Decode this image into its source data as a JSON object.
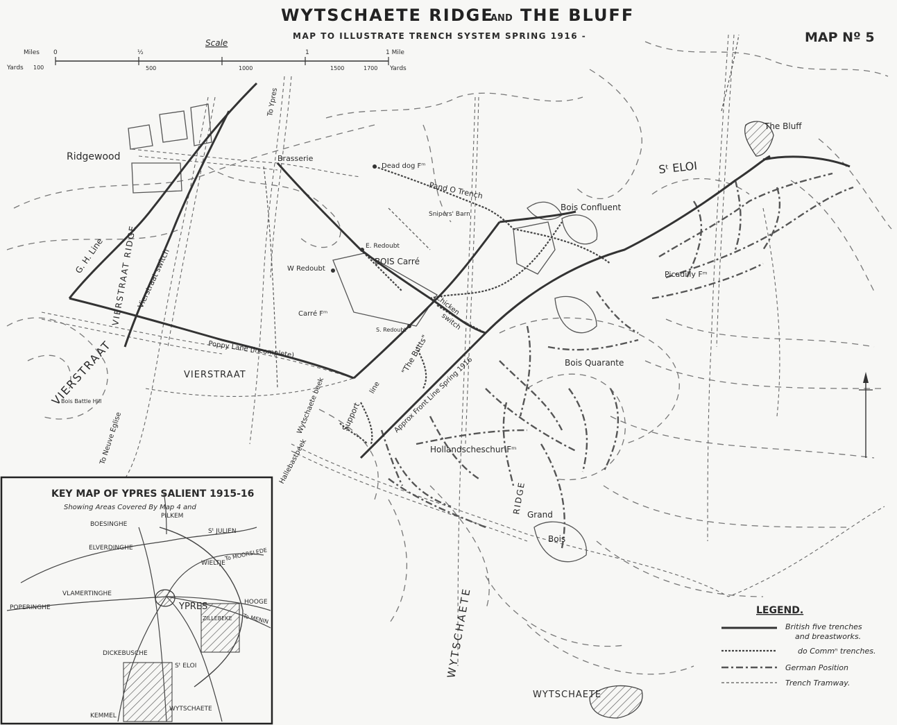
{
  "header": {
    "title_a": "WYTSCHAETE RIDGE",
    "title_and": "AND",
    "title_b": "THE BLUFF",
    "subtitle": "MAP TO ILLUSTRATE TRENCH SYSTEM SPRING 1916 -",
    "map_number": "MAP Nº 5"
  },
  "scale": {
    "title": "Scale",
    "miles_label": "Miles",
    "yards_label": "Yards",
    "miles_ticks": [
      "0",
      "½",
      "1"
    ],
    "yards_ticks": [
      "100",
      "500",
      "1000",
      "1500",
      "1700"
    ],
    "miles_end": "1 Mile",
    "yards_end": "Yards"
  },
  "places": {
    "ridgewood": "Ridgewood",
    "brasserie": "Brasserie",
    "to_ypres": "To Ypres",
    "dead_dog": "Dead dog Fᵐ",
    "pand_o_trench": "Pand O Trench",
    "snipers_barn": "Snipers' Barn",
    "bois_confluent": "Bois Confluent",
    "the_bluff": "The Bluff",
    "st_eloi": "Sᵗ ELOI",
    "e_redoubt": "E. Redoubt",
    "w_redoubt": "W Redoubt",
    "bois_carre": "BOIS Carré",
    "carre_fm": "Carré Fᵐ",
    "s_redoubt": "S. Redoubt",
    "piccadilly": "Picadilly Fᵐ",
    "chicken_switch": "Chicken",
    "switch_word": "switch",
    "gh_line": "G. H. Line",
    "vierstraat_switch": "Vierstraat switch",
    "vierstraat_ridge": "VIERSTRAAT RIDGE",
    "poppy_lane": "Poppy Lane (Incomplete)",
    "vierstraat": "VIERSTRAAT",
    "vierstraat_big": "VIERSTRAAT",
    "bois_quarante": "Bois Quarante",
    "the_butts": "\"The Butts\"",
    "line_word": "line",
    "support": "Support",
    "approx_front": "Approx Front Line Spring 1916",
    "wytschaete_beek": "Wytschaete beek",
    "bois_battle": "Bois Battle Hill",
    "to_neuve_eglise": "To Neuve Eglise",
    "hallebast": "Hallebastbeek",
    "hollandscheschur": "Hollandscheschur Fᵐ",
    "ridge_small": "RIDGE",
    "grand": "Grand",
    "bois": "Bois",
    "wytschaete_ridge": "WYTSCHAETE",
    "wytschaete_town": "WYTSCHAETE"
  },
  "legend": {
    "title": "LEGEND.",
    "items": [
      {
        "label": "British five trenches",
        "label2": "and breastworks."
      },
      {
        "label": "do Commⁿ trenches."
      },
      {
        "label": "German Position"
      },
      {
        "label": "Trench Tramway."
      }
    ]
  },
  "keymap": {
    "title": "KEY MAP OF YPRES SALIENT 1915-16",
    "subtitle": "Showing Areas Covered By Map 4 and",
    "towns": {
      "boesinghe": "BOESINGHE",
      "pilkem": "PILKEM",
      "st_julien": "Sᵗ JULIEN",
      "elverdinghe": "ELVERDINGHE",
      "wieltje": "WIELTJE",
      "to_moorslede": "To MOORSLEDE",
      "vlamertinghe": "VLAMERTINGHE",
      "poperinghe": "POPERINGHE",
      "ypres": "YPRES",
      "hooge": "HOOGE",
      "zillebeke": "ZILLEBEKE",
      "to_menin": "To MENIN",
      "dickebusch": "DICKEBUSCHE",
      "st_eloi": "Sᵗ ELOI",
      "kemmel": "KEMMEL",
      "wytschaete": "WYTSCHAETE"
    }
  }
}
